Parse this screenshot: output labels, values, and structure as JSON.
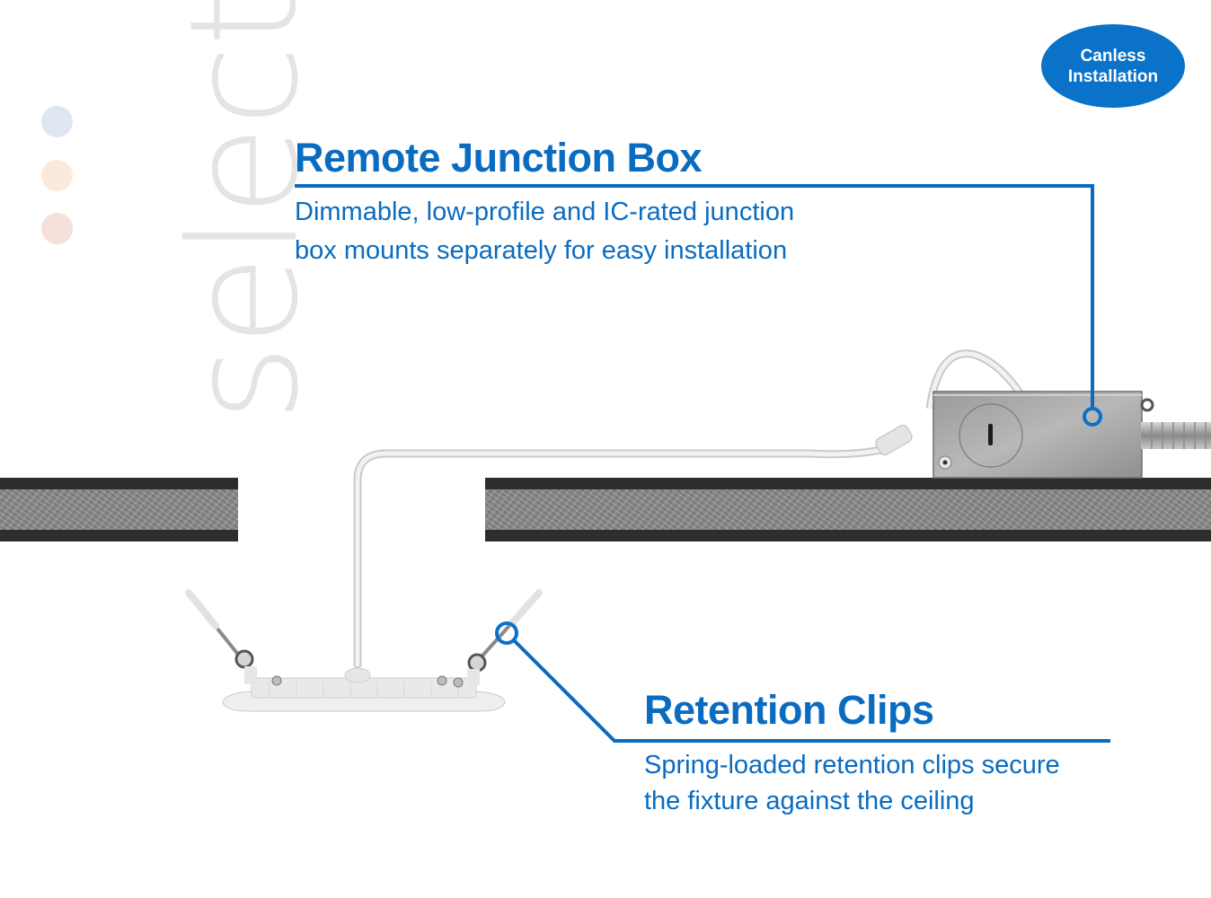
{
  "brand": {
    "watermark_text": "select",
    "dot_colors": [
      "#dfe6f1",
      "#fbeadc",
      "#f5e0dc"
    ],
    "watermark_color": "#e4e4e4"
  },
  "badge": {
    "line1": "Canless",
    "line2": "Installation",
    "color": "#0a72c8"
  },
  "callouts": [
    {
      "title": "Remote Junction Box",
      "description_lines": [
        "Dimmable, low-profile and IC-rated junction",
        "box mounts separately for easy installation"
      ]
    },
    {
      "title": "Retention Clips",
      "description_lines": [
        "Spring-loaded retention clips secure",
        "the fixture against the ceiling"
      ]
    }
  ],
  "accent_color": "#0a6cc0"
}
